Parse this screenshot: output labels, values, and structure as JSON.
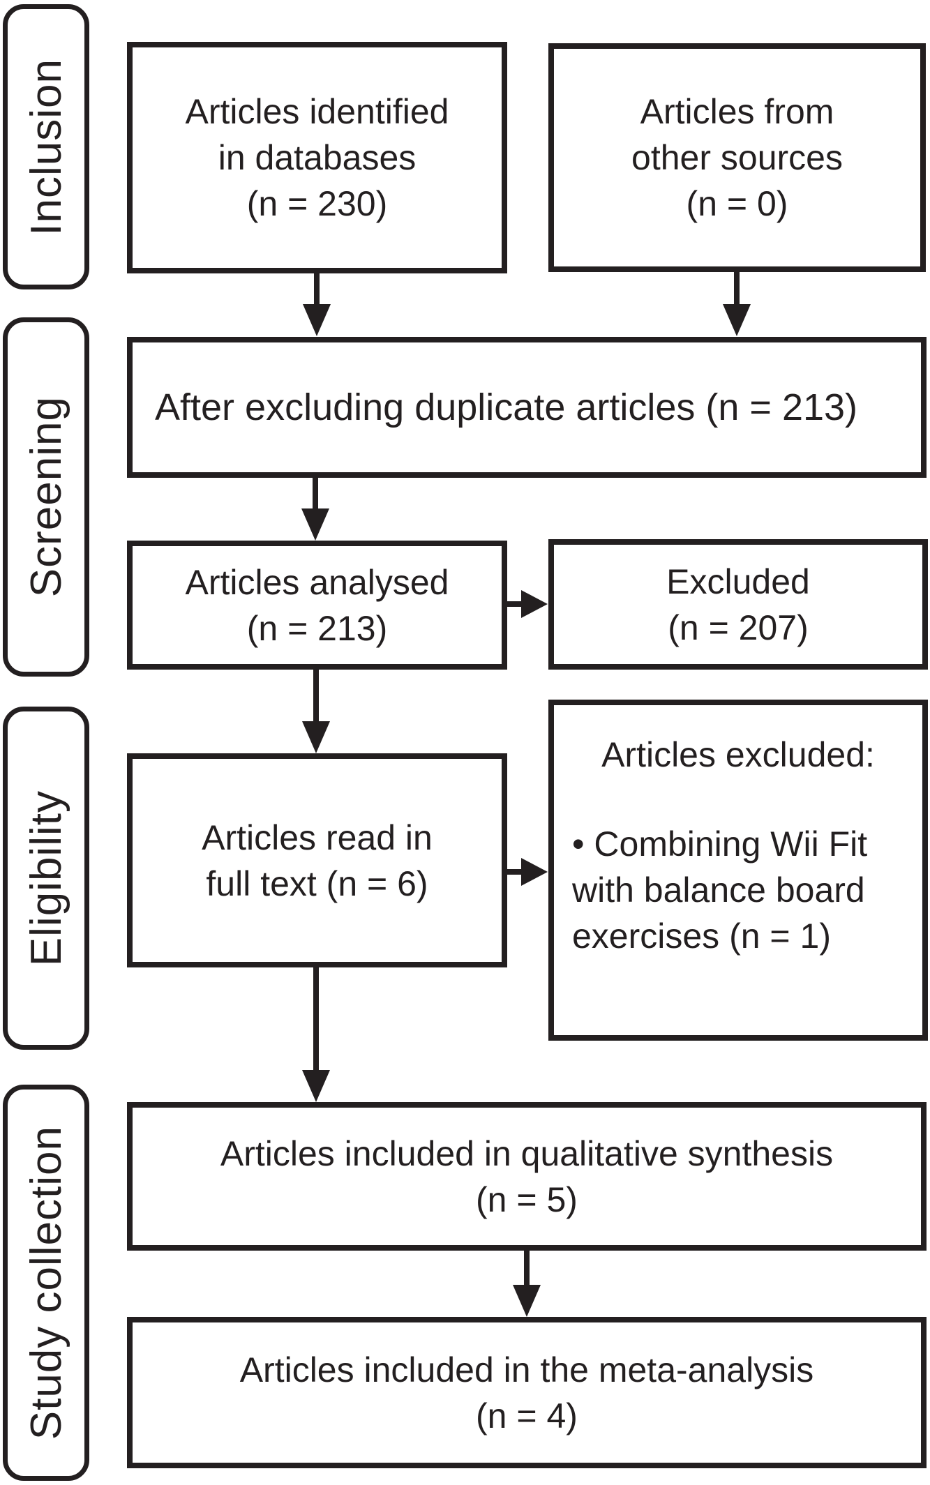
{
  "palette": {
    "ink": "#231f20",
    "background": "#ffffff"
  },
  "sidebar": {
    "stages": [
      {
        "label": "Inclusion"
      },
      {
        "label": "Screening"
      },
      {
        "label": "Eligibility"
      },
      {
        "label": "Study collection"
      }
    ]
  },
  "flow": {
    "identified": {
      "lines": [
        "Articles identified",
        "in databases",
        "(n = 230)"
      ]
    },
    "other_sources": {
      "lines": [
        "Articles from",
        "other sources",
        "(n = 0)"
      ]
    },
    "deduplicated": {
      "text": "After excluding duplicate articles (n = 213)"
    },
    "analysed": {
      "lines": [
        "Articles analysed",
        "(n = 213)"
      ]
    },
    "excluded": {
      "lines": [
        "Excluded",
        "(n = 207)"
      ]
    },
    "full_text": {
      "lines": [
        "Articles read in",
        "full text (n = 6)"
      ]
    },
    "full_text_excluded": {
      "title": "Articles excluded:",
      "bullet_lines": [
        "• Combining Wii Fit",
        "with balance board",
        "exercises (n = 1)"
      ]
    },
    "qualitative": {
      "lines": [
        "Articles included in qualitative synthesis",
        "(n = 5)"
      ]
    },
    "meta_analysis": {
      "lines": [
        "Articles included in the meta-analysis",
        "(n = 4)"
      ]
    }
  }
}
